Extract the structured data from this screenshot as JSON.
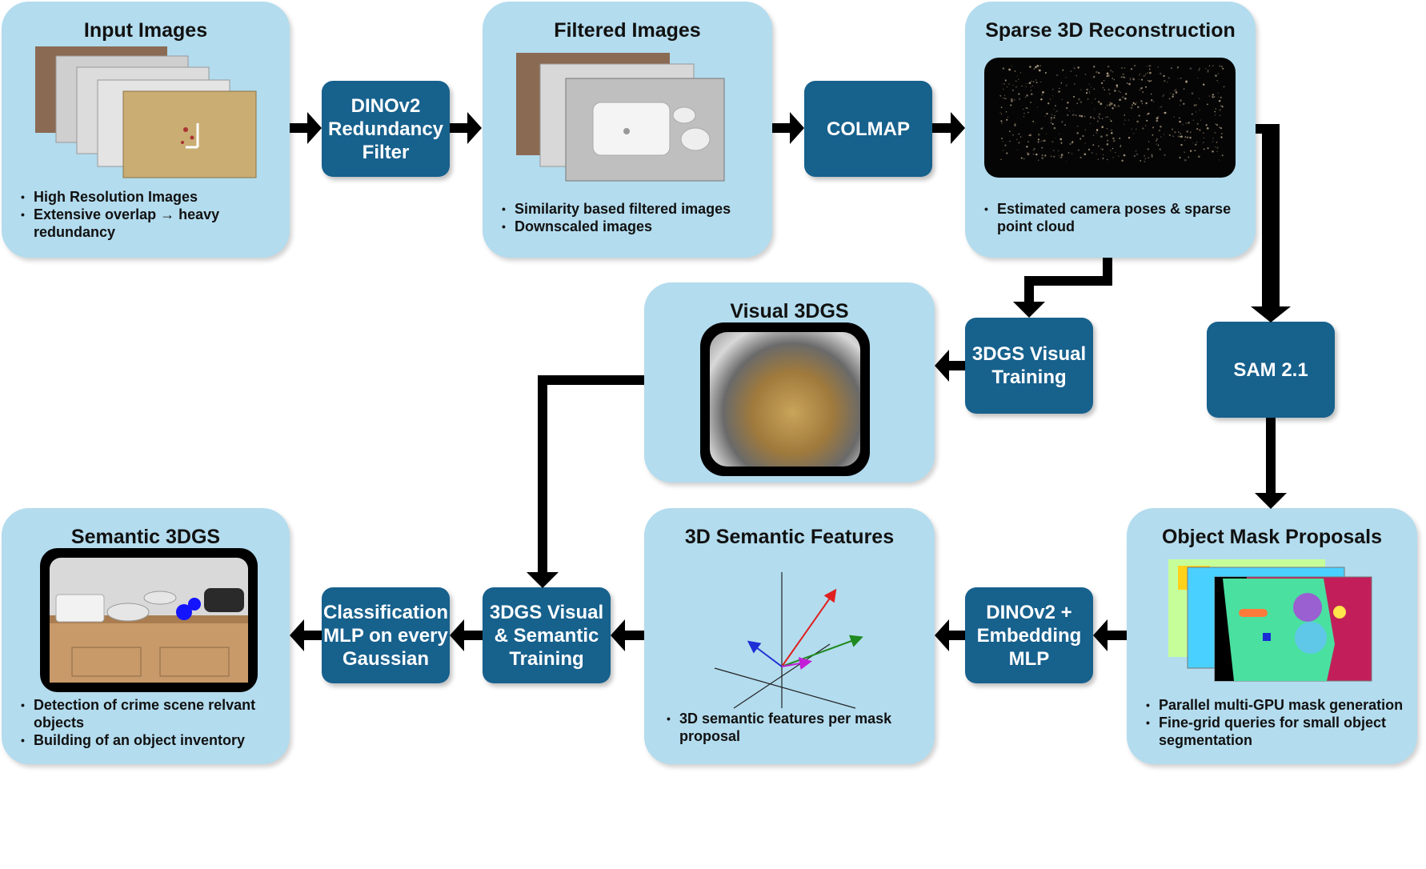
{
  "panels": {
    "input_images": {
      "title": "Input Images",
      "bullets": [
        "High Resolution Images",
        "Extensive overlap → heavy redundancy"
      ]
    },
    "filtered_images": {
      "title": "Filtered Images",
      "bullets": [
        "Similarity based filtered images",
        "Downscaled images"
      ]
    },
    "sparse_recon": {
      "title": "Sparse 3D Reconstruction",
      "bullets": [
        "Estimated camera poses & sparse point cloud"
      ]
    },
    "visual_3dgs": {
      "title": "Visual 3DGS"
    },
    "semantic_3dgs": {
      "title": "Semantic 3DGS",
      "bullets": [
        "Detection of crime scene relvant objects",
        "Building of an object inventory"
      ]
    },
    "semantic_features": {
      "title": "3D Semantic Features",
      "bullets": [
        "3D semantic features per mask proposal"
      ]
    },
    "mask_proposals": {
      "title": "Object Mask Proposals",
      "bullets": [
        "Parallel multi-GPU mask generation",
        "Fine-grid queries for small object segmentation"
      ]
    }
  },
  "steps": {
    "dinov2_filter": "DINOv2\nRedundancy\nFilter",
    "colmap": "COLMAP",
    "visual_training": "3DGS Visual\nTraining",
    "sam": "SAM 2.1",
    "dinov2_embedding": "DINOv2 +\nEmbedding\nMLP",
    "semantic_training": "3DGS Visual\n& Semantic\nTraining",
    "classification": "Classification\nMLP on every\nGaussian"
  },
  "colors": {
    "panel": "#b3dcee",
    "process": "#17618d",
    "arrow": "#000000",
    "vector_red": "#e02020",
    "vector_green": "#1f8a1f",
    "vector_blue": "#1f2fd6",
    "vector_magenta": "#c21fd6"
  }
}
